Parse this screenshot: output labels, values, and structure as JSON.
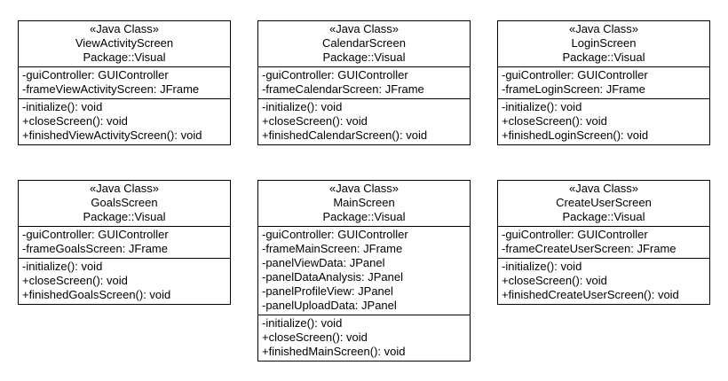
{
  "classes": [
    {
      "stereotype": "«Java Class»",
      "name": "ViewActivityScreen",
      "package": "Package::Visual",
      "attributes": [
        "-guiController: GUIController",
        "-frameViewActivityScreen: JFrame"
      ],
      "operations": [
        "-initialize(): void",
        "+closeScreen(): void",
        "+finishedViewActivityScreen(): void"
      ]
    },
    {
      "stereotype": "«Java Class»",
      "name": "CalendarScreen",
      "package": "Package::Visual",
      "attributes": [
        "-guiController: GUIController",
        "-frameCalendarScreen: JFrame"
      ],
      "operations": [
        "-initialize(): void",
        "+closeScreen(): void",
        "+finishedCalendarScreen(): void"
      ]
    },
    {
      "stereotype": "«Java Class»",
      "name": "LoginScreen",
      "package": "Package::Visual",
      "attributes": [
        "-guiController: GUIController",
        "-frameLoginScreen: JFrame"
      ],
      "operations": [
        "-initialize(): void",
        "+closeScreen(): void",
        "+finishedLoginScreen(): void"
      ]
    },
    {
      "stereotype": "«Java Class»",
      "name": "GoalsScreen",
      "package": "Package::Visual",
      "attributes": [
        "-guiController: GUIController",
        "-frameGoalsScreen: JFrame"
      ],
      "operations": [
        "-initialize(): void",
        "+closeScreen(): void",
        "+finishedGoalsScreen(): void"
      ]
    },
    {
      "stereotype": "«Java Class»",
      "name": "MainScreen",
      "package": "Package::Visual",
      "attributes": [
        "-guiController: GUIController",
        "-frameMainScreen: JFrame",
        "-panelViewData: JPanel",
        "-panelDataAnalysis: JPanel",
        "-panelProfileView: JPanel",
        "-panelUploadData: JPanel"
      ],
      "operations": [
        "-initialize(): void",
        "+closeScreen(): void",
        "+finishedMainScreen(): void"
      ]
    },
    {
      "stereotype": "«Java Class»",
      "name": "CreateUserScreen",
      "package": "Package::Visual",
      "attributes": [
        "-guiController: GUIController",
        "-frameCreateUserScreen: JFrame"
      ],
      "operations": [
        "-initialize(): void",
        "+closeScreen(): void",
        "+finishedCreateUserScreen(): void"
      ]
    }
  ]
}
